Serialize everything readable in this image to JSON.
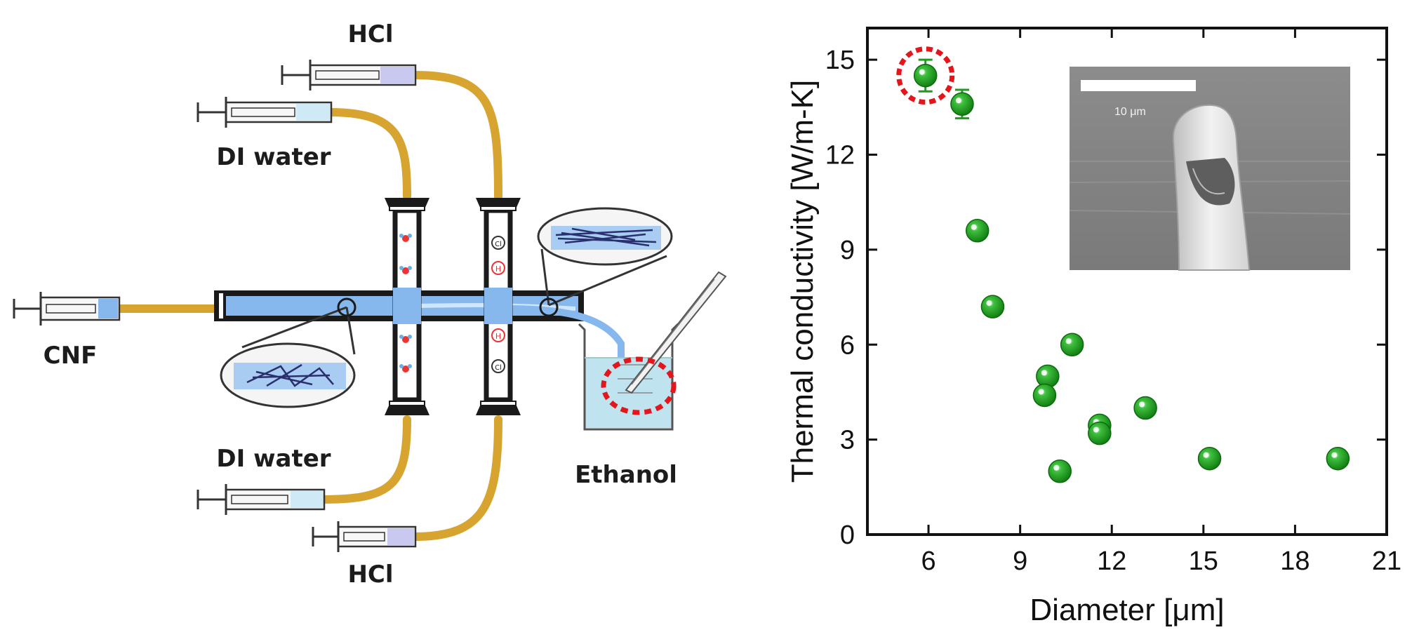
{
  "schematic": {
    "labels": {
      "hcl_top": "HCl",
      "di_water_top": "DI water",
      "cnf": "CNF",
      "di_water_bottom": "DI water",
      "hcl_bottom": "HCl",
      "ethanol": "Ethanol"
    },
    "ion_labels": {
      "cl": "Cl",
      "h": "H"
    },
    "colors": {
      "tube": "#d8a430",
      "channel": "#86b8ee",
      "beaker_liquid": "#bfe4f0",
      "highlight": "#e3161b"
    }
  },
  "chart_data": {
    "type": "scatter",
    "xlabel": "Diameter [μm]",
    "ylabel": "Thermal conductivity [W/m-K]",
    "xlim": [
      4,
      21
    ],
    "ylim": [
      0,
      16
    ],
    "xticks": [
      "6",
      "9",
      "12",
      "15",
      "18",
      "21"
    ],
    "yticks": [
      "0",
      "3",
      "6",
      "9",
      "12",
      "15"
    ],
    "marker_color": "#1f9c1f",
    "highlight_color": "#e3161b",
    "grid": false,
    "points": [
      {
        "x": 5.9,
        "y": 14.5,
        "err": 0.5,
        "highlighted": true
      },
      {
        "x": 7.1,
        "y": 13.6,
        "err": 0.45
      },
      {
        "x": 7.6,
        "y": 9.6
      },
      {
        "x": 8.1,
        "y": 7.2
      },
      {
        "x": 10.7,
        "y": 6.0
      },
      {
        "x": 9.9,
        "y": 5.0
      },
      {
        "x": 9.8,
        "y": 4.4
      },
      {
        "x": 13.1,
        "y": 4.0
      },
      {
        "x": 11.6,
        "y": 3.45
      },
      {
        "x": 11.6,
        "y": 3.2
      },
      {
        "x": 10.3,
        "y": 2.0
      },
      {
        "x": 15.2,
        "y": 2.4
      },
      {
        "x": 19.4,
        "y": 2.4
      }
    ],
    "inset": {
      "scale_bar_label": "10 μm"
    }
  }
}
